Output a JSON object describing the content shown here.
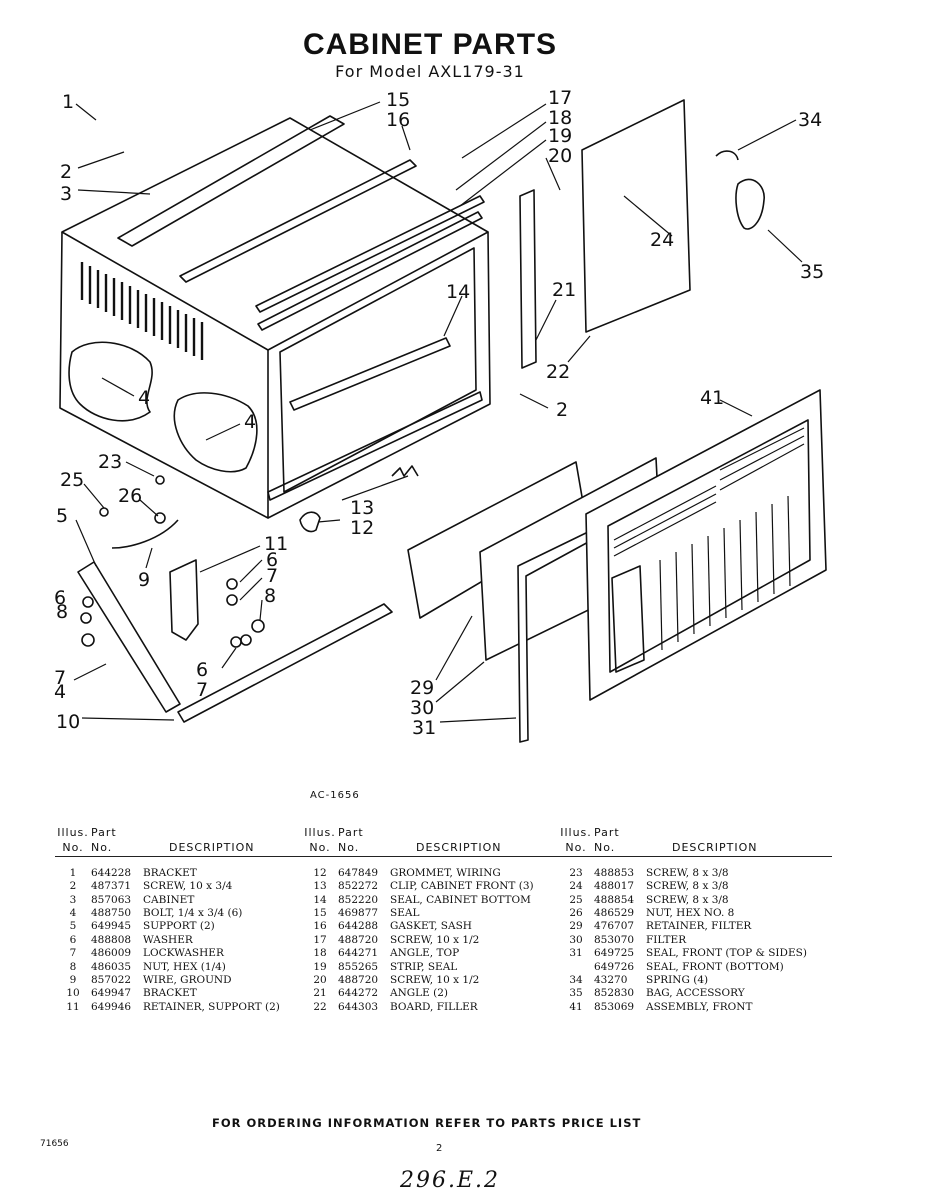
{
  "header": {
    "title": "CABINET PARTS",
    "subtitle": "For Model AXL179-31"
  },
  "diagram": {
    "reference": "AC-1656",
    "callouts": [
      "1",
      "2",
      "3",
      "15",
      "16",
      "17",
      "18",
      "19",
      "20",
      "34",
      "24",
      "35",
      "14",
      "21",
      "22",
      "2",
      "41",
      "4",
      "4",
      "23",
      "25",
      "26",
      "5",
      "9",
      "13",
      "12",
      "11",
      "6",
      "7",
      "8",
      "6",
      "7",
      "8",
      "6",
      "7",
      "4",
      "29",
      "30",
      "31",
      "10"
    ]
  },
  "table_headers": {
    "illus_top": "Illus.",
    "part_top": "Part",
    "no": "No.",
    "part_no": "No.",
    "description": "DESCRIPTION"
  },
  "parts_columns": [
    [
      [
        "1",
        "644228",
        "BRACKET"
      ],
      [
        "2",
        "487371",
        "SCREW, 10 x 3/4"
      ],
      [
        "3",
        "857063",
        "CABINET"
      ],
      [
        "4",
        "488750",
        "BOLT, 1/4 x 3/4 (6)"
      ],
      [
        "5",
        "649945",
        "SUPPORT (2)"
      ],
      [
        "6",
        "488808",
        "WASHER"
      ],
      [
        "7",
        "486009",
        "LOCKWASHER"
      ],
      [
        "8",
        "486035",
        "NUT, HEX (1/4)"
      ],
      [
        "9",
        "857022",
        "WIRE, GROUND"
      ],
      [
        "10",
        "649947",
        "BRACKET"
      ],
      [
        "11",
        "649946",
        "RETAINER, SUPPORT (2)"
      ]
    ],
    [
      [
        "12",
        "647849",
        "GROMMET, WIRING"
      ],
      [
        "13",
        "852272",
        "CLIP, CABINET FRONT (3)"
      ],
      [
        "14",
        "852220",
        "SEAL, CABINET BOTTOM"
      ],
      [
        "15",
        "469877",
        "SEAL"
      ],
      [
        "16",
        "644288",
        "GASKET, SASH"
      ],
      [
        "17",
        "488720",
        "SCREW, 10 x 1/2"
      ],
      [
        "18",
        "644271",
        "ANGLE, TOP"
      ],
      [
        "19",
        "855265",
        "STRIP, SEAL"
      ],
      [
        "20",
        "488720",
        "SCREW, 10 x 1/2"
      ],
      [
        "21",
        "644272",
        "ANGLE (2)"
      ],
      [
        "22",
        "644303",
        "BOARD, FILLER"
      ]
    ],
    [
      [
        "23",
        "488853",
        "SCREW, 8 x 3/8"
      ],
      [
        "24",
        "488017",
        "SCREW, 8 x 3/8"
      ],
      [
        "25",
        "488854",
        "SCREW, 8 x 3/8"
      ],
      [
        "26",
        "486529",
        "NUT, HEX NO. 8"
      ],
      [
        "29",
        "476707",
        "RETAINER, FILTER"
      ],
      [
        "30",
        "853070",
        "FILTER"
      ],
      [
        "31",
        "649725",
        "SEAL, FRONT (TOP & SIDES)"
      ],
      [
        "",
        "649726",
        "SEAL, FRONT (BOTTOM)"
      ],
      [
        "34",
        "43270",
        "SPRING (4)"
      ],
      [
        "35",
        "852830",
        "BAG, ACCESSORY"
      ],
      [
        "41",
        "853069",
        "ASSEMBLY, FRONT"
      ]
    ]
  ],
  "footer": {
    "ordering": "FOR ORDERING INFORMATION REFER TO PARTS PRICE LIST",
    "code": "71656",
    "page": "2",
    "handwritten": "296.E.2"
  }
}
